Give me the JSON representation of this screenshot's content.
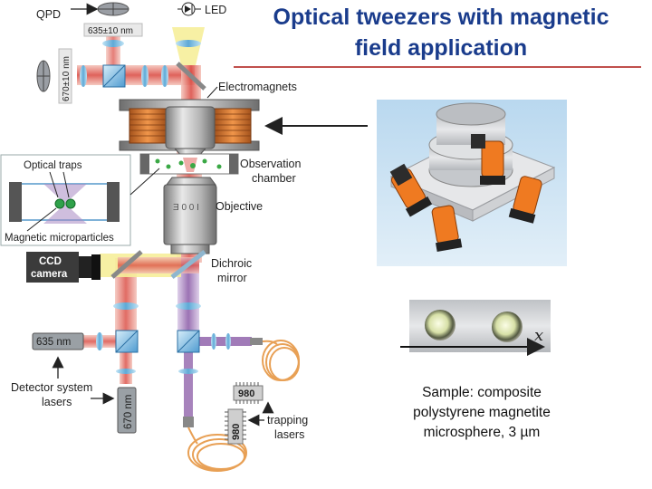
{
  "title": {
    "line1": "Optical tweezers with magnetic",
    "line2": "field application"
  },
  "caption": {
    "line1": "Sample: composite",
    "line2": "polystyrene magnetite",
    "line3": "microsphere, 3 µm"
  },
  "diagram": {
    "qpd": "QPD",
    "led": "LED",
    "filter_635": "635±10 nm",
    "filter_670": "670±10 nm",
    "electromagnets": "Electromagnets",
    "observation_chamber_1": "Observation",
    "observation_chamber_2": "chamber",
    "objective": "Objective",
    "optical_traps": "Optical traps",
    "magnetic_microparticles": "Magnetic microparticles",
    "ccd_1": "CCD",
    "ccd_2": "camera",
    "dichroic_1": "Dichroic",
    "dichroic_2": "mirror",
    "laser_635": "635 nm",
    "laser_670": "670 nm",
    "detector_1": "Detector system",
    "detector_2": "lasers",
    "chip_980_a": "980",
    "chip_980_b": "980",
    "trapping_1": "trapping",
    "trapping_2": "lasers",
    "objective_text": "Ǝ 0 0 I",
    "axis_x": "x"
  },
  "colors": {
    "title": "#1a3c8c",
    "title_rule": "#c0504d",
    "red_beam": "#d9473e",
    "violet_beam": "#8a5aa6",
    "yellow_beam": "#f3e98a",
    "coil_orange": "#e0762a",
    "fiber_orange": "#e8a055"
  },
  "icons": [
    "qpd-icon",
    "led-icon",
    "ccd-camera-icon",
    "laser-icon",
    "fiber-coil-icon",
    "chip-icon",
    "coil-icon",
    "lens-icon",
    "cube-beamsplitter-icon",
    "mirror-icon",
    "arrow-icon"
  ]
}
